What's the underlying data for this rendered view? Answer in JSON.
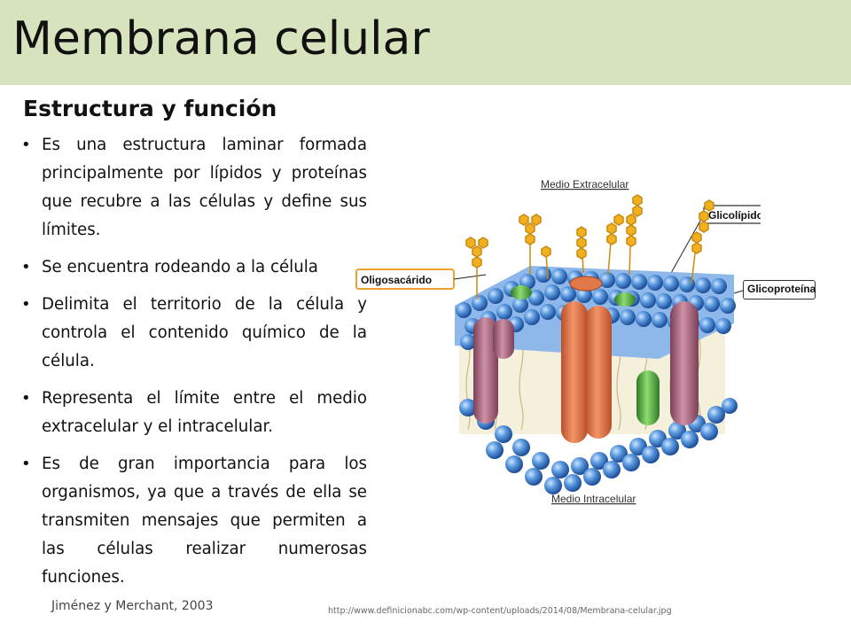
{
  "slide": {
    "title": "Membrana celular",
    "subtitle": "Estructura y función",
    "bullets": [
      "Es una estructura laminar formada principalmente por lípidos y proteínas que recubre a las células y define sus límites.",
      "Se encuentra rodeando a la célula",
      "Delimita el territorio de la célula y controla el contenido químico de la célula.",
      "Representa el límite entre el medio extracelular y el intracelular.",
      "Es de gran importancia para los organismos, ya que a través de ella se transmiten mensajes que permiten a las células realizar numerosas funciones."
    ],
    "citation": "Jiménez y Merchant, 2003",
    "source_url": "http://www.definicionabc.com/wp-content/uploads/2014/08/Membrana-celular.jpg"
  },
  "diagram": {
    "labels": {
      "extracellular": "Medio Extracelular",
      "intracellular": "Medio Intracelular",
      "glycolipid": "Glicolípido",
      "oligosaccharide": "Oligosacárido",
      "glycoprotein": "Glicoproteína"
    }
  },
  "colors": {
    "title_bar": "#d6e3bc",
    "phospholipid_head": "#4f8fd6",
    "protein_orange": "#e0784a",
    "protein_pink": "#b0708a",
    "protein_green": "#5cb84a",
    "sugar_chain": "#f0b020",
    "label_border_orange": "#f0a030"
  }
}
